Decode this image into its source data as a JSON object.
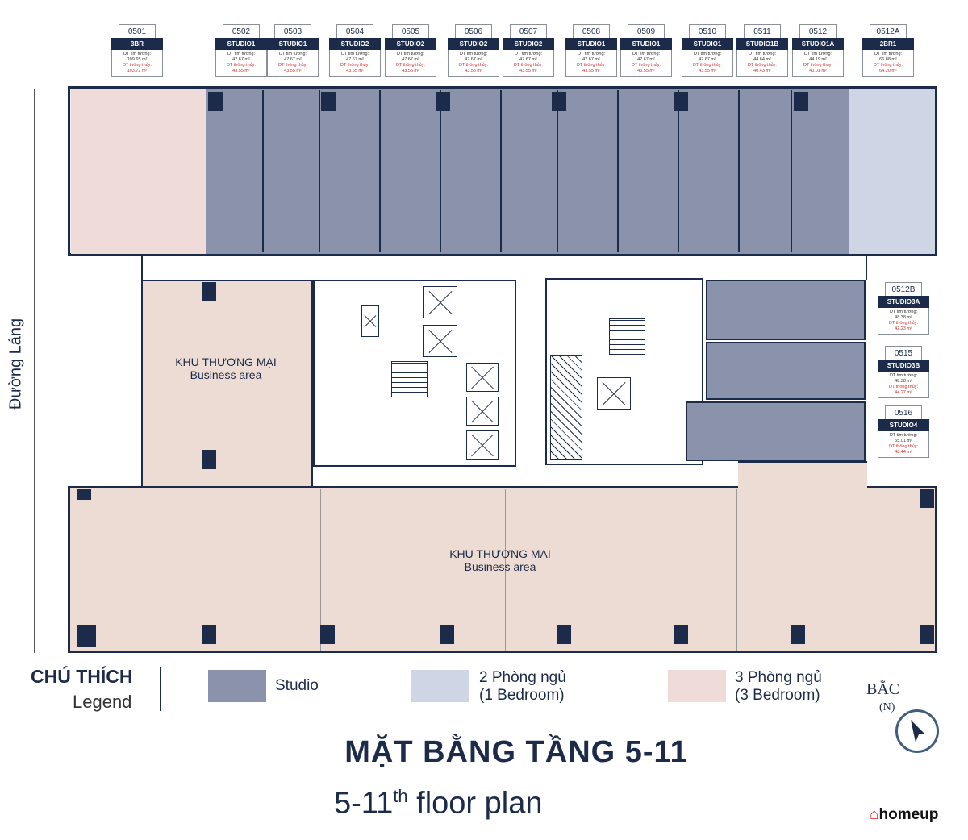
{
  "units": [
    {
      "id": "0501",
      "type": "3BR",
      "gross_label": "DT tim tường:",
      "gross": "109.65 m²",
      "net_label": "DT thông thủy:",
      "net": "103.72 m²"
    },
    {
      "id": "0502",
      "type": "STUDIO1",
      "gross_label": "DT tim tường:",
      "gross": "47.67 m²",
      "net_label": "DT thông thủy:",
      "net": "43.55 m²"
    },
    {
      "id": "0503",
      "type": "STUDIO1",
      "gross_label": "DT tim tường:",
      "gross": "47.67 m²",
      "net_label": "DT thông thủy:",
      "net": "43.55 m²"
    },
    {
      "id": "0504",
      "type": "STUDIO2",
      "gross_label": "DT tim tường:",
      "gross": "47.67 m²",
      "net_label": "DT thông thủy:",
      "net": "43.55 m²"
    },
    {
      "id": "0505",
      "type": "STUDIO2",
      "gross_label": "DT tim tường:",
      "gross": "47.67 m²",
      "net_label": "DT thông thủy:",
      "net": "43.55 m²"
    },
    {
      "id": "0506",
      "type": "STUDIO2",
      "gross_label": "DT tim tường:",
      "gross": "47.67 m²",
      "net_label": "DT thông thủy:",
      "net": "43.55 m²"
    },
    {
      "id": "0507",
      "type": "STUDIO2",
      "gross_label": "DT tim tường:",
      "gross": "47.67 m²",
      "net_label": "DT thông thủy:",
      "net": "43.55 m²"
    },
    {
      "id": "0508",
      "type": "STUDIO1",
      "gross_label": "DT tim tường:",
      "gross": "47.67 m²",
      "net_label": "DT thông thủy:",
      "net": "43.55 m²"
    },
    {
      "id": "0509",
      "type": "STUDIO1",
      "gross_label": "DT tim tường:",
      "gross": "47.67 m²",
      "net_label": "DT thông thủy:",
      "net": "43.55 m²"
    },
    {
      "id": "0510",
      "type": "STUDIO1",
      "gross_label": "DT tim tường:",
      "gross": "47.67 m²",
      "net_label": "DT thông thủy:",
      "net": "43.55 m²"
    },
    {
      "id": "0511",
      "type": "STUDIO1B",
      "gross_label": "DT tim tường:",
      "gross": "44.64 m²",
      "net_label": "DT thông thủy:",
      "net": "40.43 m²"
    },
    {
      "id": "0512",
      "type": "STUDIO1A",
      "gross_label": "DT tim tường:",
      "gross": "44.19 m²",
      "net_label": "DT thông thủy:",
      "net": "40.01 m²"
    },
    {
      "id": "0512A",
      "type": "2BR1",
      "gross_label": "DT tim tường:",
      "gross": "66.88 m²",
      "net_label": "DT thông thủy:",
      "net": "64.20 m²"
    },
    {
      "id": "0512B",
      "type": "STUDIO3A",
      "gross_label": "DT tim tường:",
      "gross": "48.38 m²",
      "net_label": "DT thông thủy:",
      "net": "42.23 m²"
    },
    {
      "id": "0515",
      "type": "STUDIO3B",
      "gross_label": "DT tim tường:",
      "gross": "48.38 m²",
      "net_label": "DT thông thủy:",
      "net": "44.27 m²"
    },
    {
      "id": "0516",
      "type": "STUDIO4",
      "gross_label": "DT tim tường:",
      "gross": "55.01 m²",
      "net_label": "DT thông thủy:",
      "net": "48.44 m²"
    }
  ],
  "business_area": {
    "vi": "KHU THƯƠNG MẠI",
    "en": "Business area"
  },
  "street": "Đường Láng",
  "legend": {
    "title_vi": "CHÚ THÍCH",
    "title_en": "Legend",
    "items": [
      {
        "label": "Studio",
        "sub": "",
        "color": "#8a93ab"
      },
      {
        "label": "2 Phòng ngủ",
        "sub": "(1 Bedroom)",
        "color": "#ced6e6"
      },
      {
        "label": "3 Phòng ngủ",
        "sub": "(3 Bedroom)",
        "color": "#efdcd9"
      }
    ]
  },
  "north": {
    "label": "BẮC",
    "sub": "(N)"
  },
  "title": {
    "vi": "MẶT BẰNG TẦNG 5-11",
    "en_pre": "5-11",
    "en_sup": "th",
    "en_post": " floor plan"
  },
  "brand": "homeup"
}
